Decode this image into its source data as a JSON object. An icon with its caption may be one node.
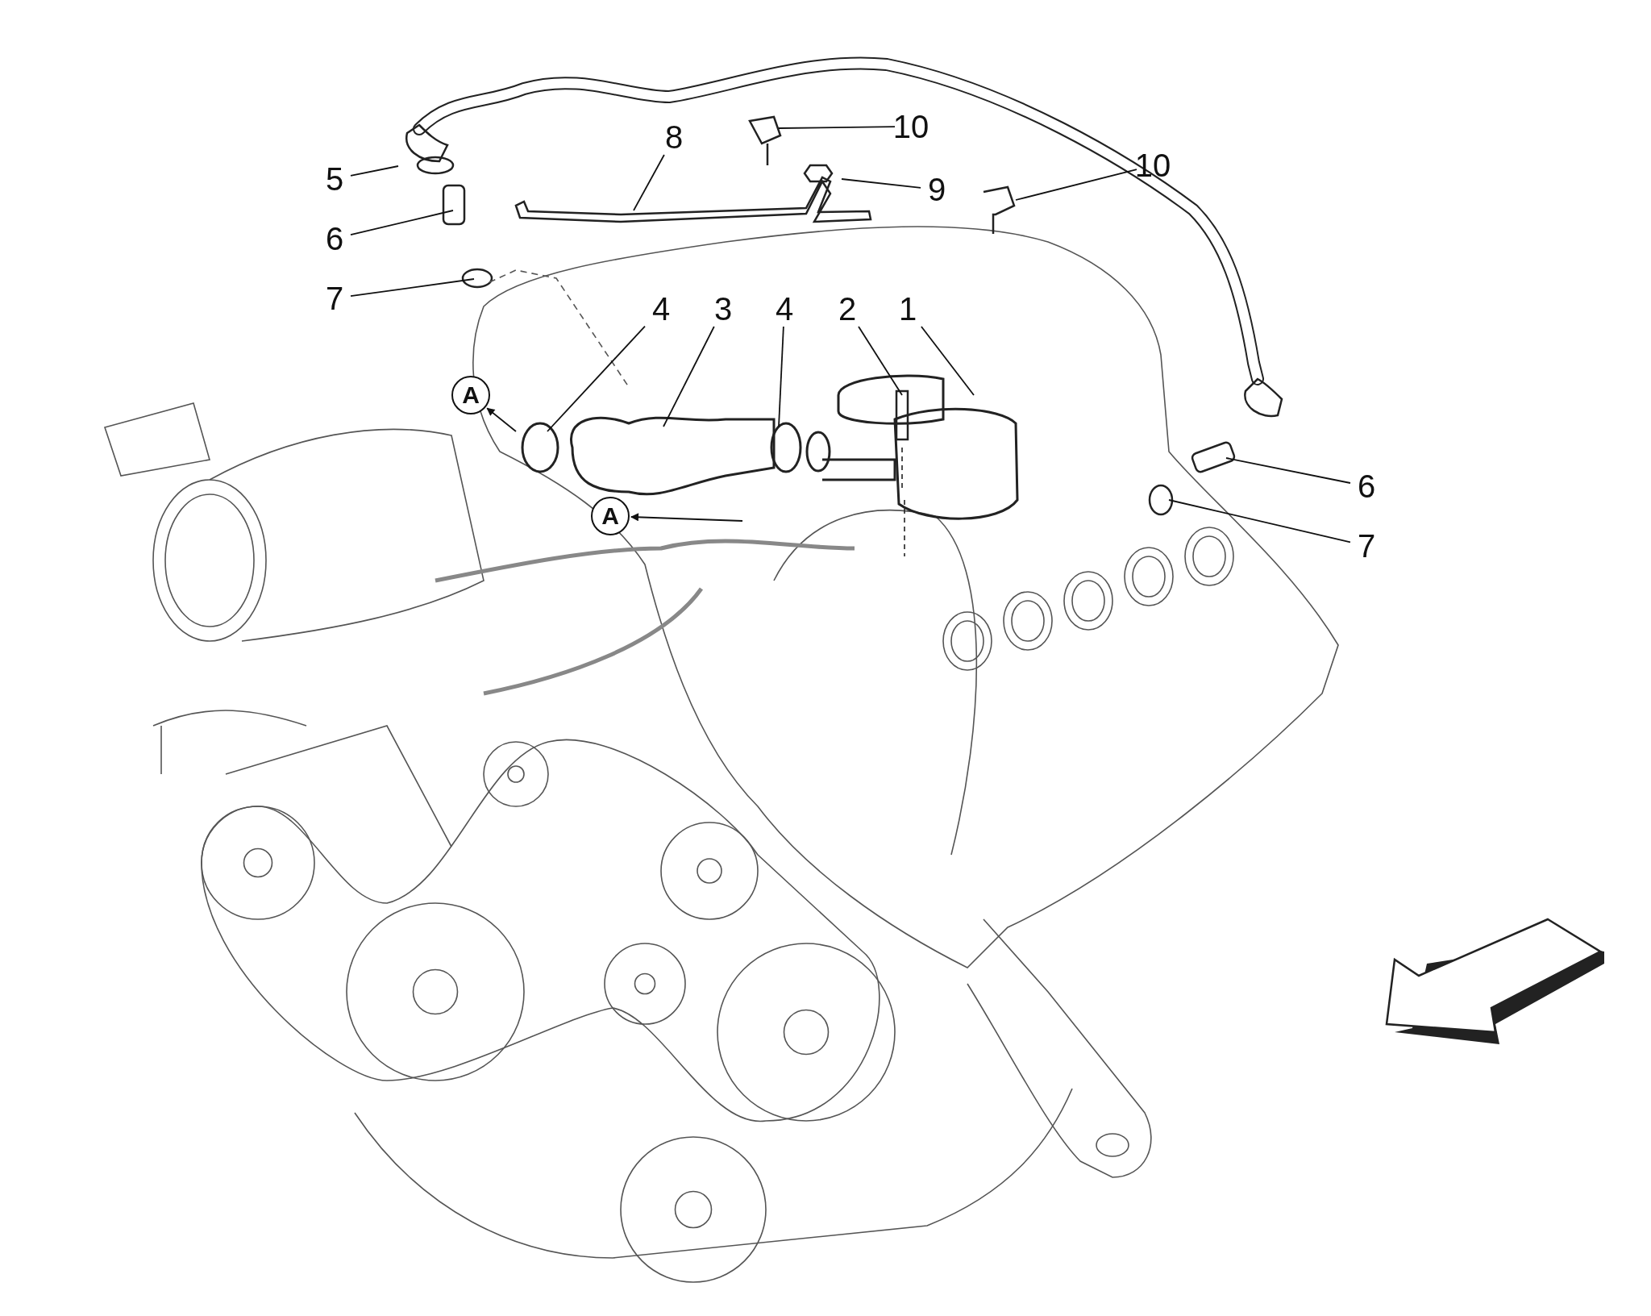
{
  "diagram": {
    "nodes": [
      {
        "text": [
          "10"
        ]
      },
      {
        "text": [
          "8"
        ]
      },
      {
        "text": [
          "10"
        ]
      },
      {
        "text": [
          "5"
        ]
      },
      {
        "text": [
          "9"
        ]
      },
      {
        "text": [
          "6"
        ]
      },
      {
        "text": [
          "7"
        ]
      },
      {
        "text": [
          "4"
        ]
      },
      {
        "text": [
          "3"
        ]
      },
      {
        "text": [
          "4"
        ]
      },
      {
        "text": [
          "2"
        ]
      },
      {
        "text": [
          "1"
        ]
      },
      {
        "text": [
          "A"
        ]
      },
      {
        "text": [
          "6"
        ]
      },
      {
        "text": [
          "A"
        ]
      },
      {
        "text": [
          "7"
        ]
      }
    ],
    "edges": [
      {
        "from": 0,
        "to": null,
        "arrow": "none"
      },
      {
        "from": 1,
        "to": null,
        "arrow": "none"
      },
      {
        "from": 2,
        "to": null,
        "arrow": "none"
      },
      {
        "from": 3,
        "to": null,
        "arrow": "none"
      },
      {
        "from": 4,
        "to": null,
        "arrow": "none"
      },
      {
        "from": 5,
        "to": null,
        "arrow": "none"
      },
      {
        "from": 6,
        "to": null,
        "arrow": "none"
      },
      {
        "from": 7,
        "to": null,
        "arrow": "none"
      },
      {
        "from": 8,
        "to": null,
        "arrow": "none"
      },
      {
        "from": 9,
        "to": null,
        "arrow": "none"
      },
      {
        "from": 10,
        "to": null,
        "arrow": "none"
      },
      {
        "from": 11,
        "to": null,
        "arrow": "none"
      },
      {
        "from": null,
        "to": 12,
        "arrow": "to"
      },
      {
        "from": 13,
        "to": null,
        "arrow": "none"
      },
      {
        "from": null,
        "to": 14,
        "arrow": "to"
      },
      {
        "from": 15,
        "to": null,
        "arrow": "none"
      }
    ]
  }
}
